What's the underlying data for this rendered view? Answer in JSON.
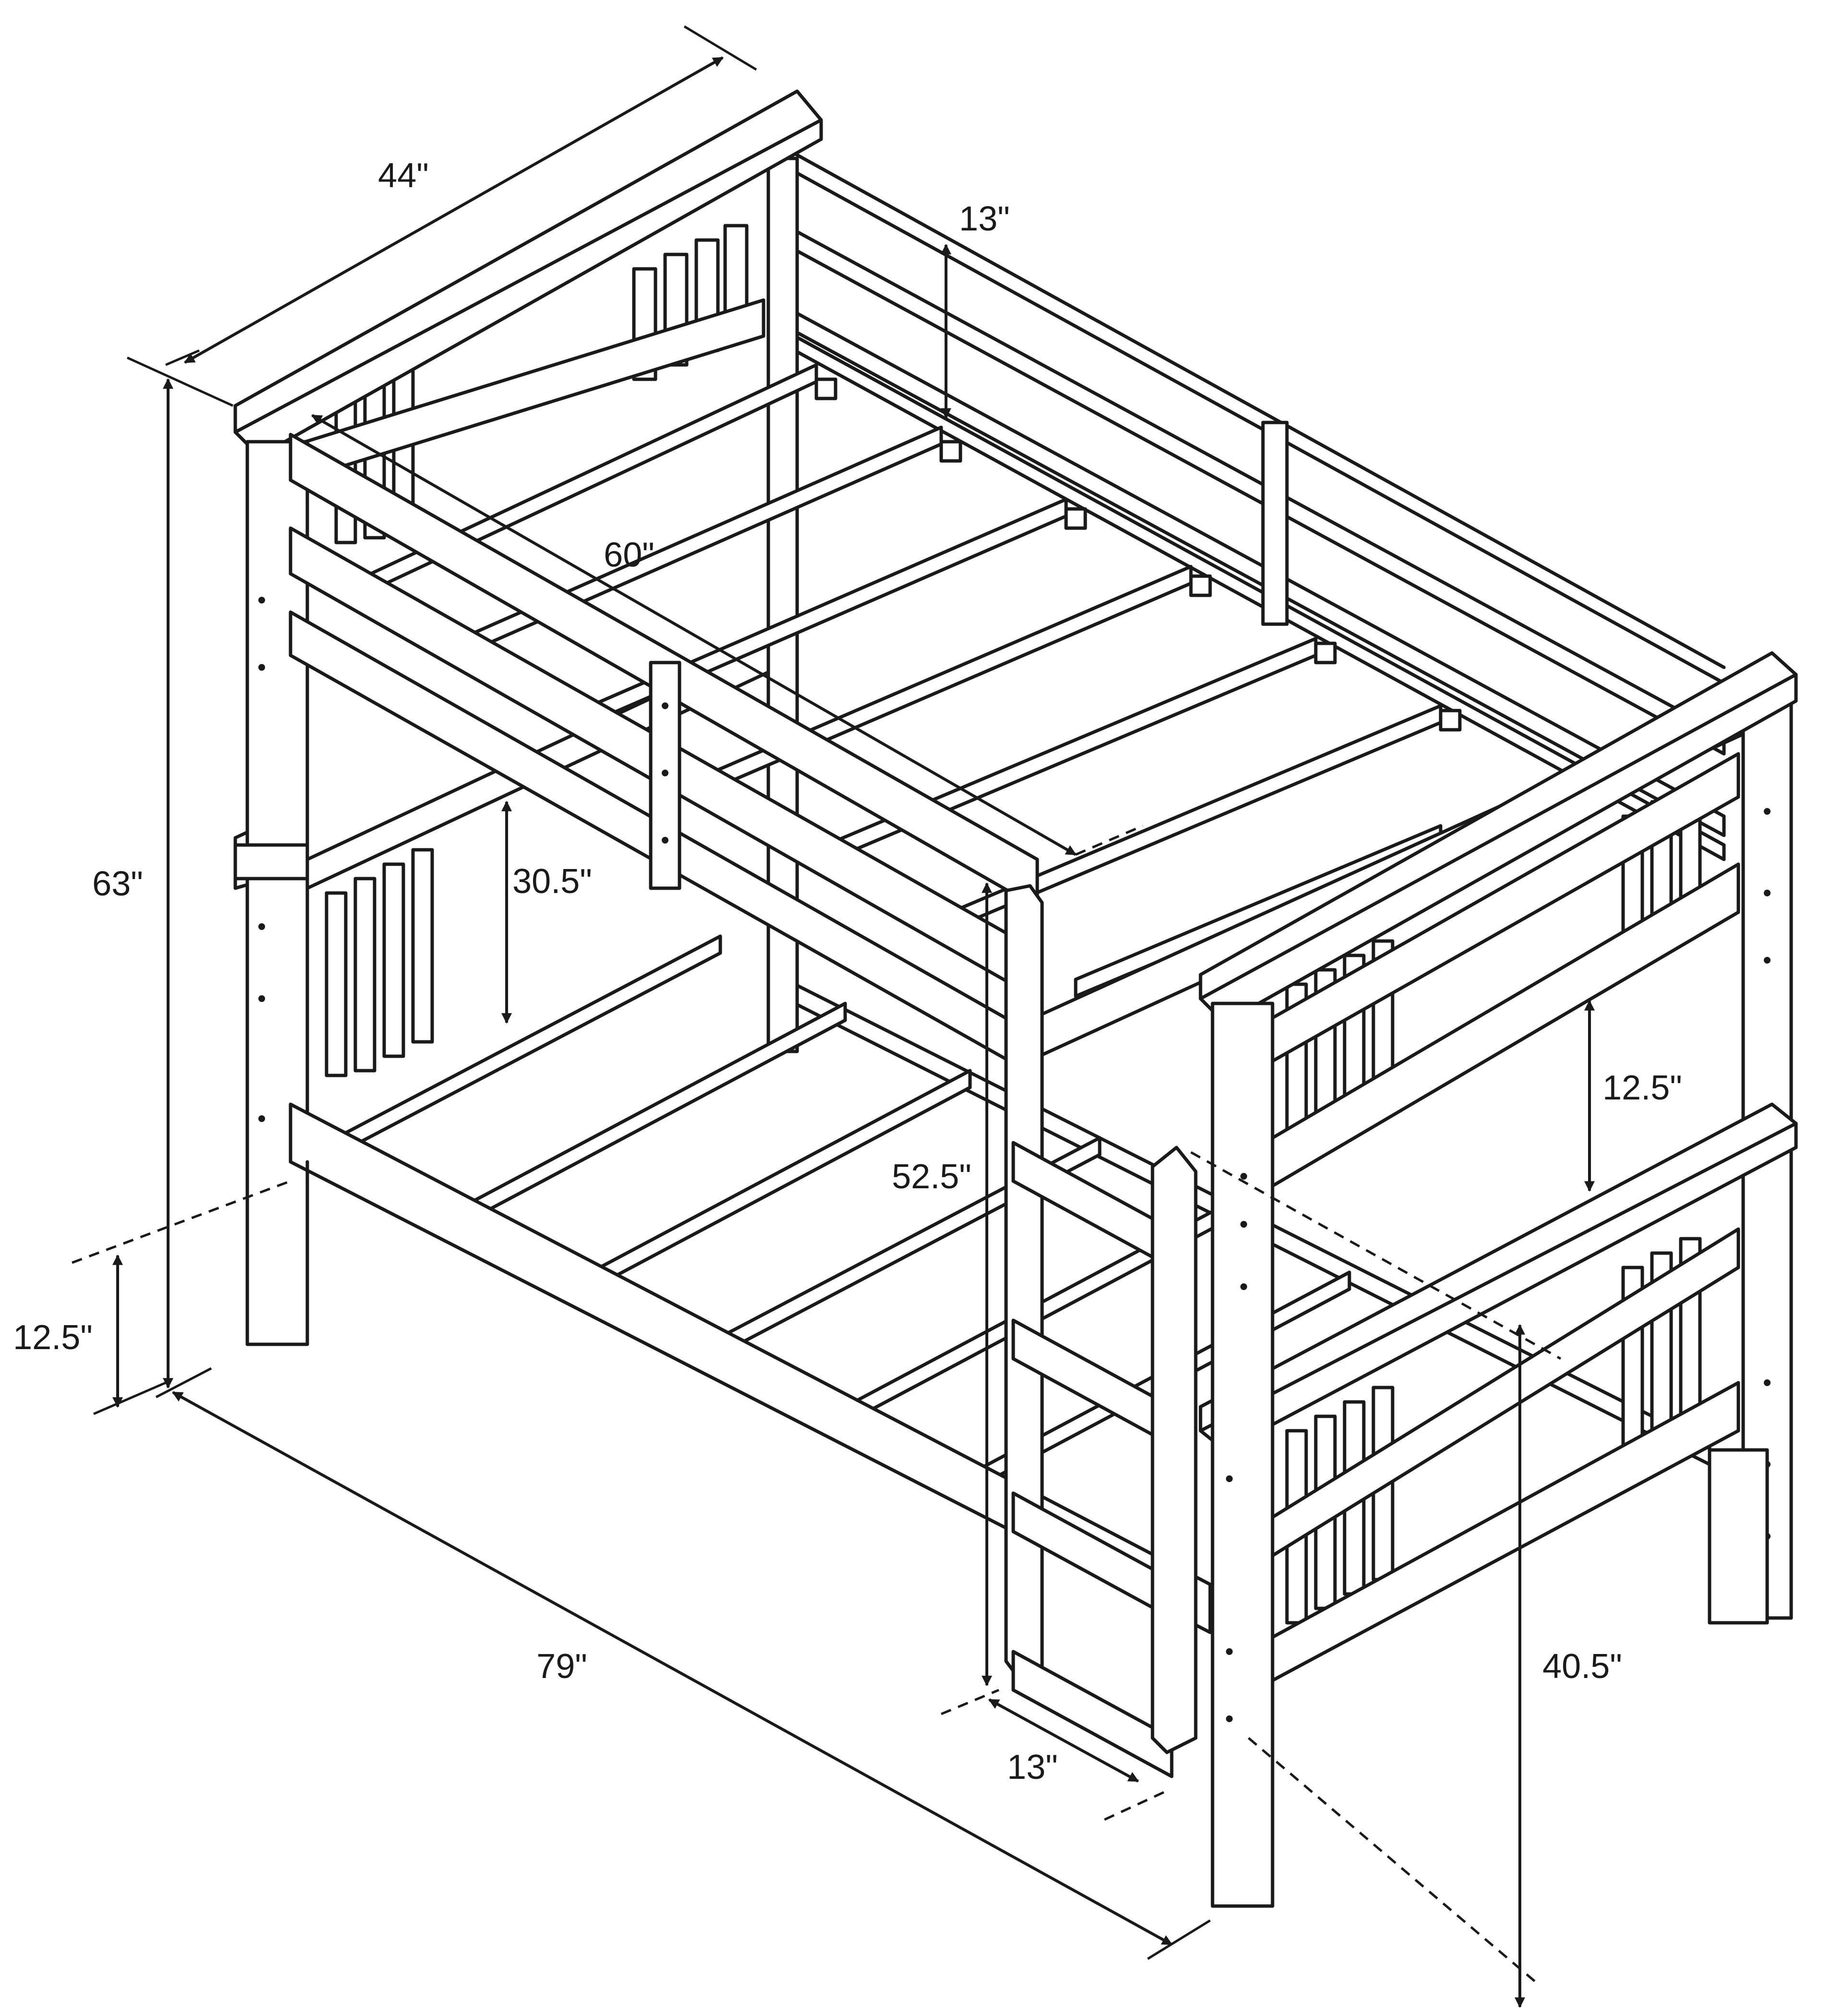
{
  "diagram": {
    "line_color": "#1a1a1a",
    "background": "#ffffff",
    "dimensions": {
      "top_width": "44\"",
      "total_height": "63\"",
      "total_length": "79\"",
      "mattress_length": "60\"",
      "guardrail_height": "13\"",
      "bunk_clearance": "30.5\"",
      "ladder_height": "52.5\"",
      "ladder_width": "13\"",
      "bottom_rail_gap": "12.5\"",
      "floor_clearance": "12.5\"",
      "top_bunk_height": "40.5\""
    }
  }
}
